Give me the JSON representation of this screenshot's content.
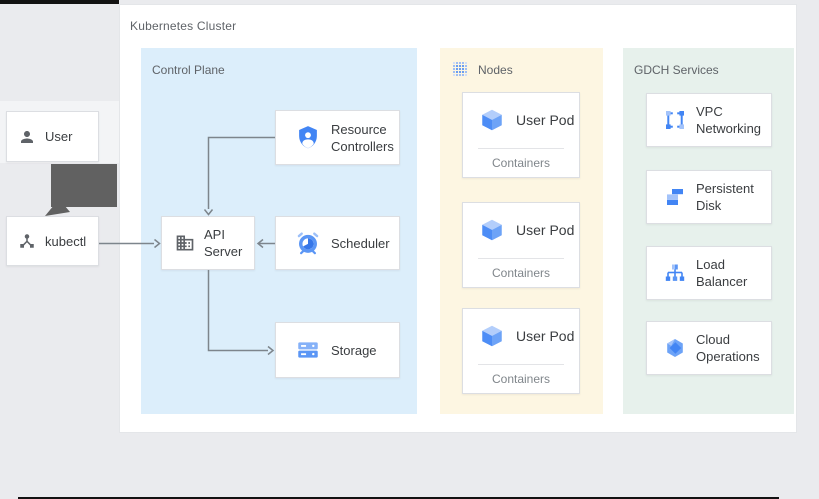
{
  "cluster_title": "Kubernetes Cluster",
  "actors": {
    "user": {
      "label": "User",
      "icon": "person-icon"
    },
    "kubectl": {
      "label": "kubectl",
      "icon": "device-hub-icon"
    }
  },
  "control_plane": {
    "title": "Control Plane",
    "resource_controllers": {
      "label": "Resource Controllers",
      "icon": "shield-person-icon"
    },
    "api_server": {
      "label": "API Server",
      "icon": "building-icon"
    },
    "scheduler": {
      "label": "Scheduler",
      "icon": "alarm-clock-icon"
    },
    "storage": {
      "label": "Storage",
      "icon": "storage-rows-icon"
    }
  },
  "nodes": {
    "title": "Nodes",
    "title_icon": "dot-grid-icon",
    "pods": [
      {
        "label": "User Pod",
        "sublabel": "Containers",
        "icon": "cube-icon"
      },
      {
        "label": "User Pod",
        "sublabel": "Containers",
        "icon": "cube-icon"
      },
      {
        "label": "User Pod",
        "sublabel": "Containers",
        "icon": "cube-icon"
      }
    ]
  },
  "gdch": {
    "title": "GDCH Services",
    "services": [
      {
        "label": "VPC Networking",
        "icon": "vpc-icon"
      },
      {
        "label": "Persistent Disk",
        "icon": "disk-icon"
      },
      {
        "label": "Load Balancer",
        "icon": "load-balancer-icon"
      },
      {
        "label": "Cloud Operations",
        "icon": "cloud-ops-icon"
      }
    ]
  },
  "arrows": [
    "user-to-kubectl",
    "kubectl-to-api-server",
    "resource-controllers-to-api-server",
    "scheduler-to-api-server",
    "api-server-to-storage"
  ],
  "colors": {
    "page_bg": "#eaebee",
    "canvas_bg": "#ffffff",
    "control_plane_bg": "#dceefb",
    "nodes_bg": "#fdf6e2",
    "gdch_bg": "#e7f1ec",
    "card_border": "#dcdee2",
    "thin_arrow": "#7d858c",
    "thick_arrow": "#616161",
    "icon_blue": "#4285f4",
    "icon_blue_mid": "#5b96f5",
    "icon_blue_light": "#a3c3fa",
    "icon_gray": "#5f6368",
    "title_text": "#5f6368",
    "label_text": "#3a3d40",
    "sub_text": "#80868b"
  }
}
